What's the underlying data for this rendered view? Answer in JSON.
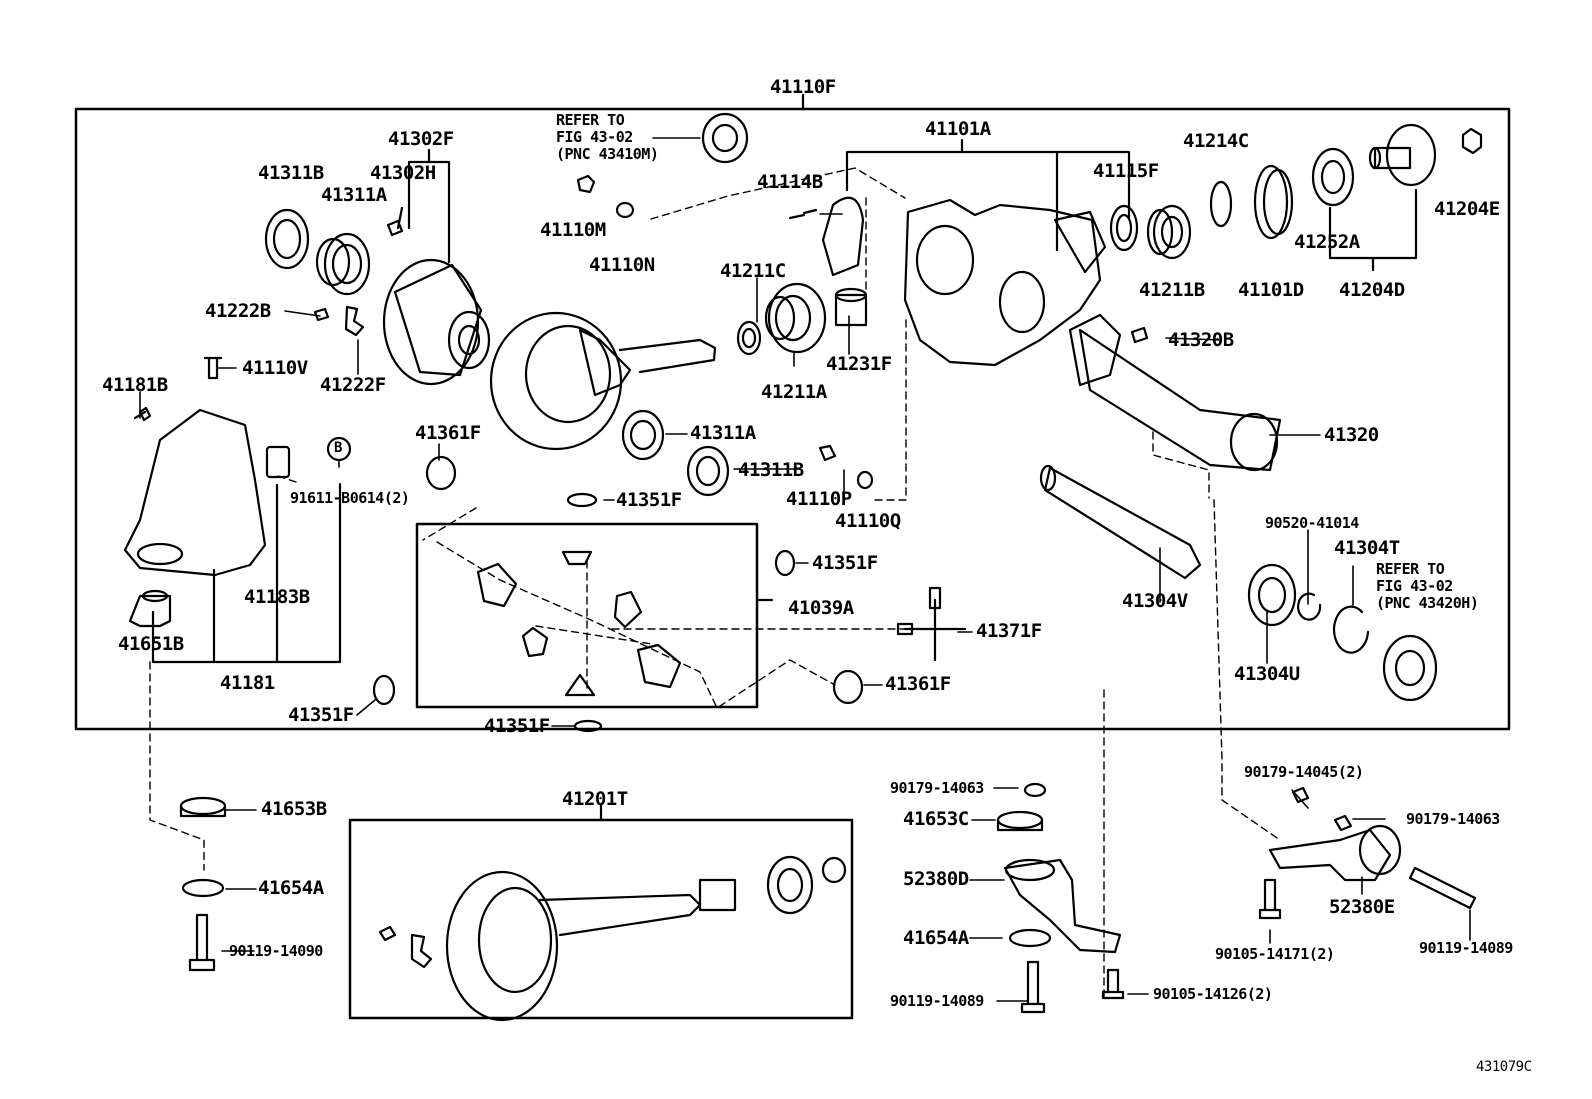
{
  "assembly": {
    "main": "41110F",
    "figure_id": "431079C"
  },
  "parts": [
    {
      "id": "p41311B",
      "label": "41311B"
    },
    {
      "id": "p41311A_top",
      "label": "41311A"
    },
    {
      "id": "p41302F",
      "label": "41302F"
    },
    {
      "id": "p41302H",
      "label": "41302H"
    },
    {
      "id": "p41110M",
      "label": "41110M"
    },
    {
      "id": "p41110N",
      "label": "41110N"
    },
    {
      "id": "p41114B",
      "label": "41114B"
    },
    {
      "id": "p41101A",
      "label": "41101A"
    },
    {
      "id": "p41115F",
      "label": "41115F"
    },
    {
      "id": "p41214C",
      "label": "41214C"
    },
    {
      "id": "p41204E",
      "label": "41204E"
    },
    {
      "id": "p41252A",
      "label": "41252A"
    },
    {
      "id": "p41211B",
      "label": "41211B"
    },
    {
      "id": "p41101D",
      "label": "41101D"
    },
    {
      "id": "p41204D",
      "label": "41204D"
    },
    {
      "id": "p41222B",
      "label": "41222B"
    },
    {
      "id": "p41222F",
      "label": "41222F"
    },
    {
      "id": "p41110V",
      "label": "41110V"
    },
    {
      "id": "p41211C",
      "label": "41211C"
    },
    {
      "id": "p41211A",
      "label": "41211A"
    },
    {
      "id": "p41231F",
      "label": "41231F"
    },
    {
      "id": "p41320B",
      "label": "41320B"
    },
    {
      "id": "p41320",
      "label": "41320"
    },
    {
      "id": "p41181B",
      "label": "41181B"
    },
    {
      "id": "p41361F_top",
      "label": "41361F"
    },
    {
      "id": "p91611",
      "label": "91611-B0614(2)"
    },
    {
      "id": "p41311A_mid",
      "label": "41311A"
    },
    {
      "id": "p41311B_mid",
      "label": "41311B"
    },
    {
      "id": "p41110P",
      "label": "41110P"
    },
    {
      "id": "p41110Q",
      "label": "41110Q"
    },
    {
      "id": "p41351F_a",
      "label": "41351F"
    },
    {
      "id": "p41351F_b",
      "label": "41351F"
    },
    {
      "id": "p41039A",
      "label": "41039A"
    },
    {
      "id": "p41371F",
      "label": "41371F"
    },
    {
      "id": "p41361F_bot",
      "label": "41361F"
    },
    {
      "id": "p41351F_c",
      "label": "41351F"
    },
    {
      "id": "p41351F_d",
      "label": "41351F"
    },
    {
      "id": "p41183B",
      "label": "41183B"
    },
    {
      "id": "p41651B",
      "label": "41651B"
    },
    {
      "id": "p41181",
      "label": "41181"
    },
    {
      "id": "p41304V",
      "label": "41304V"
    },
    {
      "id": "p90520",
      "label": "90520-41014"
    },
    {
      "id": "p41304T",
      "label": "41304T"
    },
    {
      "id": "p41304U",
      "label": "41304U"
    },
    {
      "id": "p41653B",
      "label": "41653B"
    },
    {
      "id": "p41654A_left",
      "label": "41654A"
    },
    {
      "id": "p90119_14090",
      "label": "90119-14090"
    },
    {
      "id": "p41201T",
      "label": "41201T"
    },
    {
      "id": "p90179_14063_mid",
      "label": "90179-14063"
    },
    {
      "id": "p41653C",
      "label": "41653C"
    },
    {
      "id": "p52380D",
      "label": "52380D"
    },
    {
      "id": "p41654A_mid",
      "label": "41654A"
    },
    {
      "id": "p90119_14089_mid",
      "label": "90119-14089"
    },
    {
      "id": "p90105_14126",
      "label": "90105-14126(2)"
    },
    {
      "id": "p90179_14045",
      "label": "90179-14045(2)"
    },
    {
      "id": "p90179_14063_right",
      "label": "90179-14063"
    },
    {
      "id": "p52380E",
      "label": "52380E"
    },
    {
      "id": "p90105_14171",
      "label": "90105-14171(2)"
    },
    {
      "id": "p90119_14089_right",
      "label": "90119-14089"
    }
  ],
  "notes": {
    "ref1": "REFER TO\nFIG 43-02\n(PNC 43410M)",
    "ref2": "REFER TO\nFIG 43-02\n(PNC 43420H)",
    "callout_b": "B"
  }
}
